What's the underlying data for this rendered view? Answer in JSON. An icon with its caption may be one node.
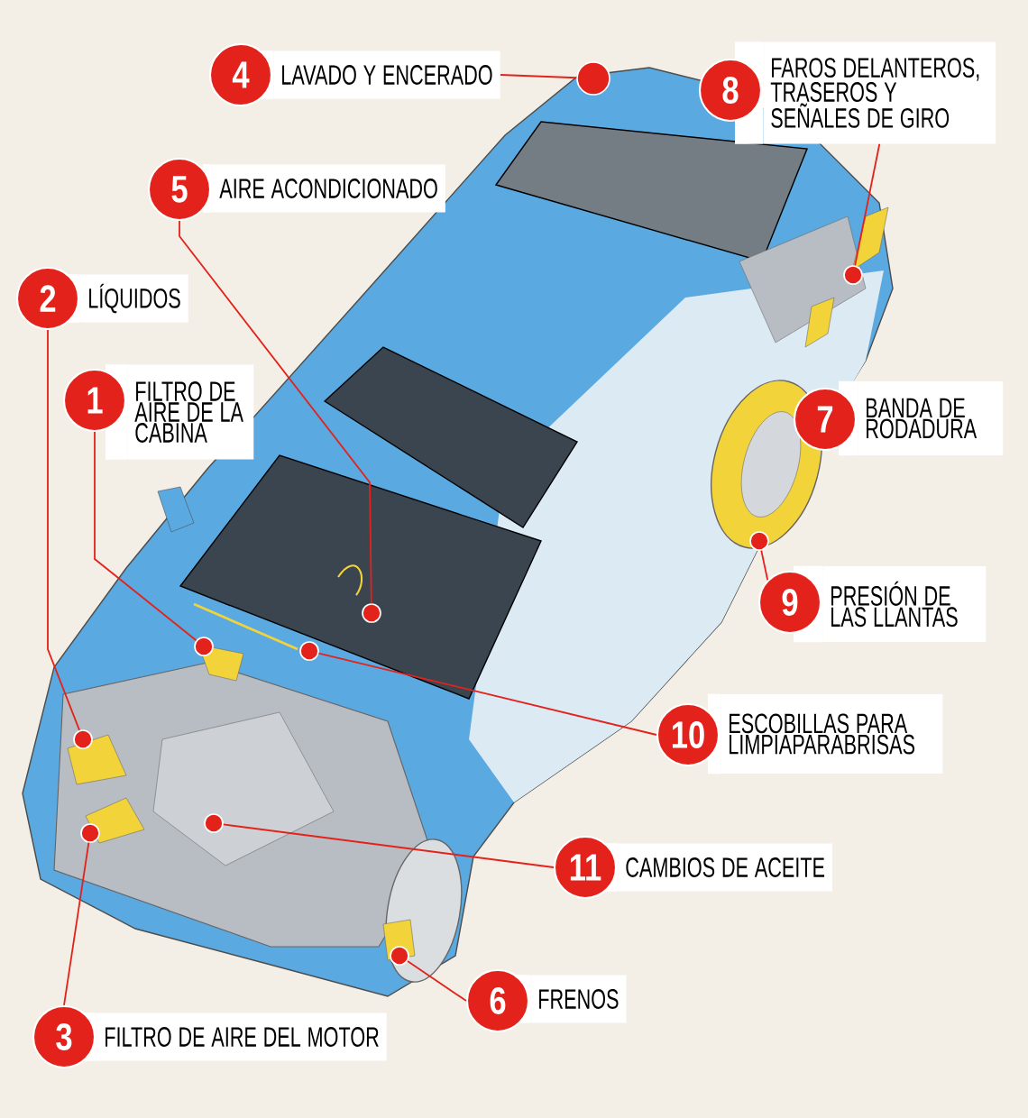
{
  "diagram": {
    "nodes": [
      {
        "text": [
          "4",
          "LAVADO Y ENCERADO"
        ]
      },
      {
        "text": [
          "8",
          "FAROS DELANTEROS, TRASEROS Y SEÑALES DE GIRO"
        ]
      },
      {
        "text": [
          "5",
          "AIRE ACONDICIONADO"
        ]
      },
      {
        "text": [
          "2",
          "LÍQUIDOS"
        ]
      },
      {
        "text": [
          "1",
          "FILTRO DE AIRE DE LA CABINA"
        ]
      },
      {
        "text": [
          "7",
          "BANDA DE RODADURA"
        ]
      },
      {
        "text": [
          "9",
          "PRESIÓN DE LAS LLANTAS"
        ]
      },
      {
        "text": [
          "10",
          "ESCOBILLAS PARA LIMPIAPARABRISAS"
        ]
      },
      {
        "text": [
          "11",
          "CAMBIOS DE ACEITE"
        ]
      },
      {
        "text": [
          "6",
          "FRENOS"
        ]
      },
      {
        "text": [
          "3",
          "FILTRO DE AIRE DEL MOTOR"
        ]
      },
      {
        "text": [],
        "shape": "circle"
      },
      {
        "text": [],
        "shape": "circle"
      },
      {
        "text": [],
        "shape": "circle"
      },
      {
        "text": [],
        "shape": "circle"
      },
      {
        "text": [],
        "shape": "circle"
      },
      {
        "text": [],
        "shape": "circle"
      },
      {
        "text": [],
        "shape": "circle"
      },
      {
        "text": [],
        "shape": "circle"
      },
      {
        "text": [],
        "shape": "circle"
      },
      {
        "text": [],
        "shape": "circle"
      }
    ],
    "edges": [
      {
        "from": 0,
        "to": 11,
        "arrow": "none"
      },
      {
        "from": 1,
        "to": 12,
        "arrow": "none"
      },
      {
        "from": 2,
        "to": 14,
        "arrow": "none"
      },
      {
        "from": 3,
        "to": 17,
        "arrow": "none"
      },
      {
        "from": 4,
        "to": 15,
        "arrow": "none"
      },
      {
        "from": 6,
        "to": 13,
        "arrow": "none"
      },
      {
        "from": 7,
        "to": 16,
        "arrow": "none"
      },
      {
        "from": 8,
        "to": 18,
        "arrow": "none"
      },
      {
        "from": 9,
        "to": 20,
        "arrow": "none"
      },
      {
        "from": 10,
        "to": 19,
        "arrow": "none"
      }
    ]
  }
}
